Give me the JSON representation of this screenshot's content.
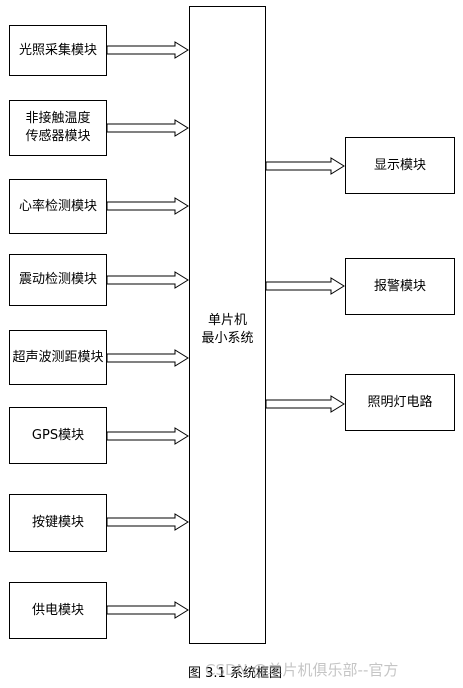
{
  "diagram": {
    "center_label_line1": "单片机",
    "center_label_line2": "最小系统",
    "left_modules": [
      {
        "line1": "光照采集模块",
        "line2": ""
      },
      {
        "line1": "非接触温度",
        "line2": "传感器模块"
      },
      {
        "line1": "心率检测模块",
        "line2": ""
      },
      {
        "line1": "震动检测模块",
        "line2": ""
      },
      {
        "line1": "超声波测距模块",
        "line2": ""
      },
      {
        "line1": "GPS模块",
        "line2": ""
      },
      {
        "line1": "按键模块",
        "line2": ""
      },
      {
        "line1": "供电模块",
        "line2": ""
      }
    ],
    "right_modules": [
      {
        "label": "显示模块"
      },
      {
        "label": "报警模块"
      },
      {
        "label": "照明灯电路"
      }
    ],
    "caption": "图 3.1 系统框图",
    "watermark": "CSDN @单片机俱乐部--官方"
  }
}
